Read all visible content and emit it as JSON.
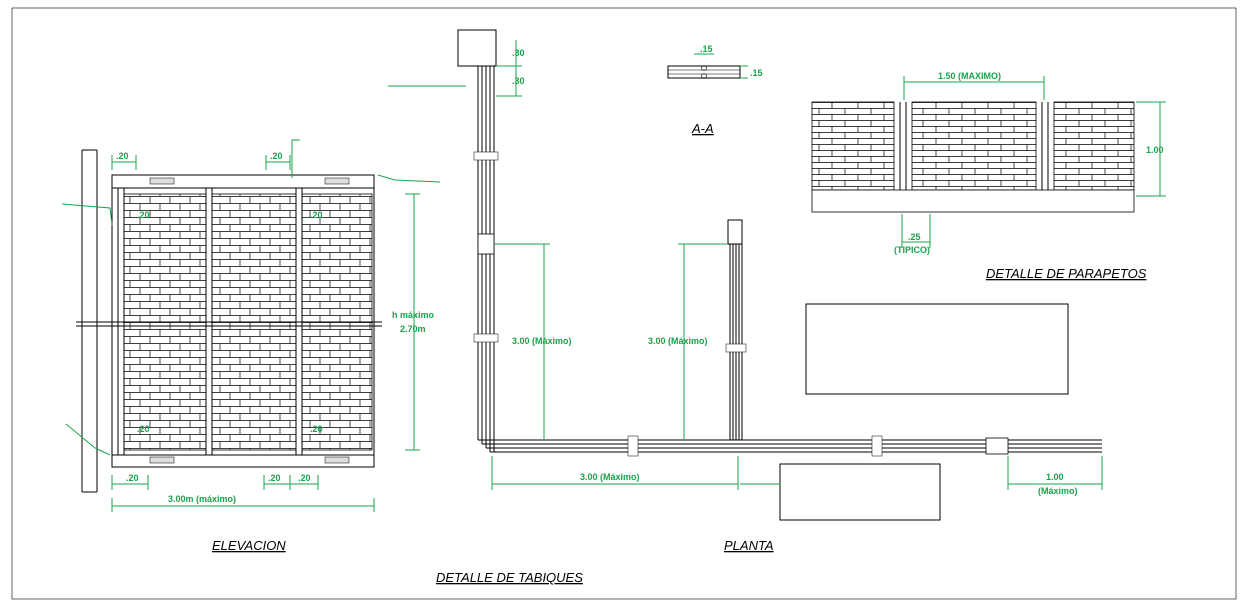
{
  "titles": {
    "elevation": "ELEVACION",
    "plan": "PLANTA",
    "parapet": "DETALLE DE PARAPETOS",
    "main": "DETALLE DE TABIQUES",
    "section": "A-A"
  },
  "elevation": {
    "dim_top_left": ".20",
    "dim_top_mid": ".20",
    "dim_bottom_1": ".20",
    "dim_bottom_2": ".20",
    "dim_bottom_3": ".20",
    "dim_width": "3.00m (máximo)",
    "h_label": "h máximo",
    "h_value": "2.70m"
  },
  "plan": {
    "dim_top_30a": ".30",
    "dim_top_30b": ".30",
    "dim_vert_1": "3.00 (Máximo)",
    "dim_vert_2": "3.00 (Máximo)",
    "dim_horiz": "3.00 (Máximo)",
    "dim_right_value": "1.00",
    "dim_right_unit": "(Máximo)"
  },
  "section": {
    "dim_15a": ".15",
    "dim_15b": ".15"
  },
  "parapet": {
    "dim_top": "1.50 (MAXIMO)",
    "dim_height": "1.00",
    "dim_typ_value": ".25",
    "dim_typ_unit": "(TIPICO)"
  },
  "colors": {
    "dimension": "#1aa34a",
    "lines": "#000000"
  }
}
